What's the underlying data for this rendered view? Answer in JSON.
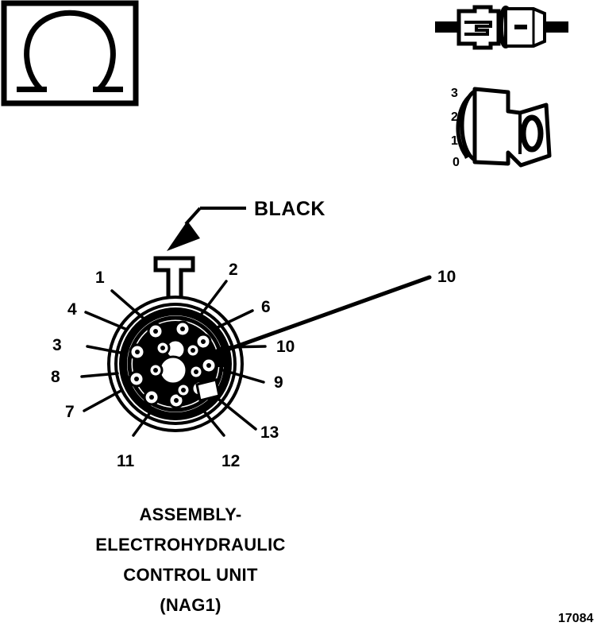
{
  "figure": {
    "id_label": "17084",
    "caption_lines": [
      "ASSEMBLY-",
      "ELECTROHYDRAULIC",
      "CONTROL UNIT",
      "(NAG1)"
    ]
  },
  "symbol_box": {
    "icon": "ohm-omega-symbol",
    "glyph": "Ω"
  },
  "key_switch": {
    "icon": "ignition-key-switch",
    "positions": [
      "3",
      "2",
      "1",
      "0"
    ],
    "key_face_glyph": "0",
    "arrow_direction": "down-to-0"
  },
  "inline_connector": {
    "icon": "two-way-inline-connector"
  },
  "main_connector": {
    "wire_color_label": "BLACK",
    "highlight_callout": "10",
    "pin_callouts": [
      {
        "label": "1",
        "side": "left"
      },
      {
        "label": "4",
        "side": "left"
      },
      {
        "label": "3",
        "side": "left"
      },
      {
        "label": "8",
        "side": "left"
      },
      {
        "label": "7",
        "side": "left"
      },
      {
        "label": "2",
        "side": "right"
      },
      {
        "label": "6",
        "side": "right"
      },
      {
        "label": "10",
        "side": "right"
      },
      {
        "label": "9",
        "side": "right"
      },
      {
        "label": "13",
        "side": "right"
      },
      {
        "label": "11",
        "side": "bottom"
      },
      {
        "label": "12",
        "side": "bottom"
      }
    ]
  },
  "colors": {
    "ink": "#000000",
    "paper": "#ffffff"
  }
}
